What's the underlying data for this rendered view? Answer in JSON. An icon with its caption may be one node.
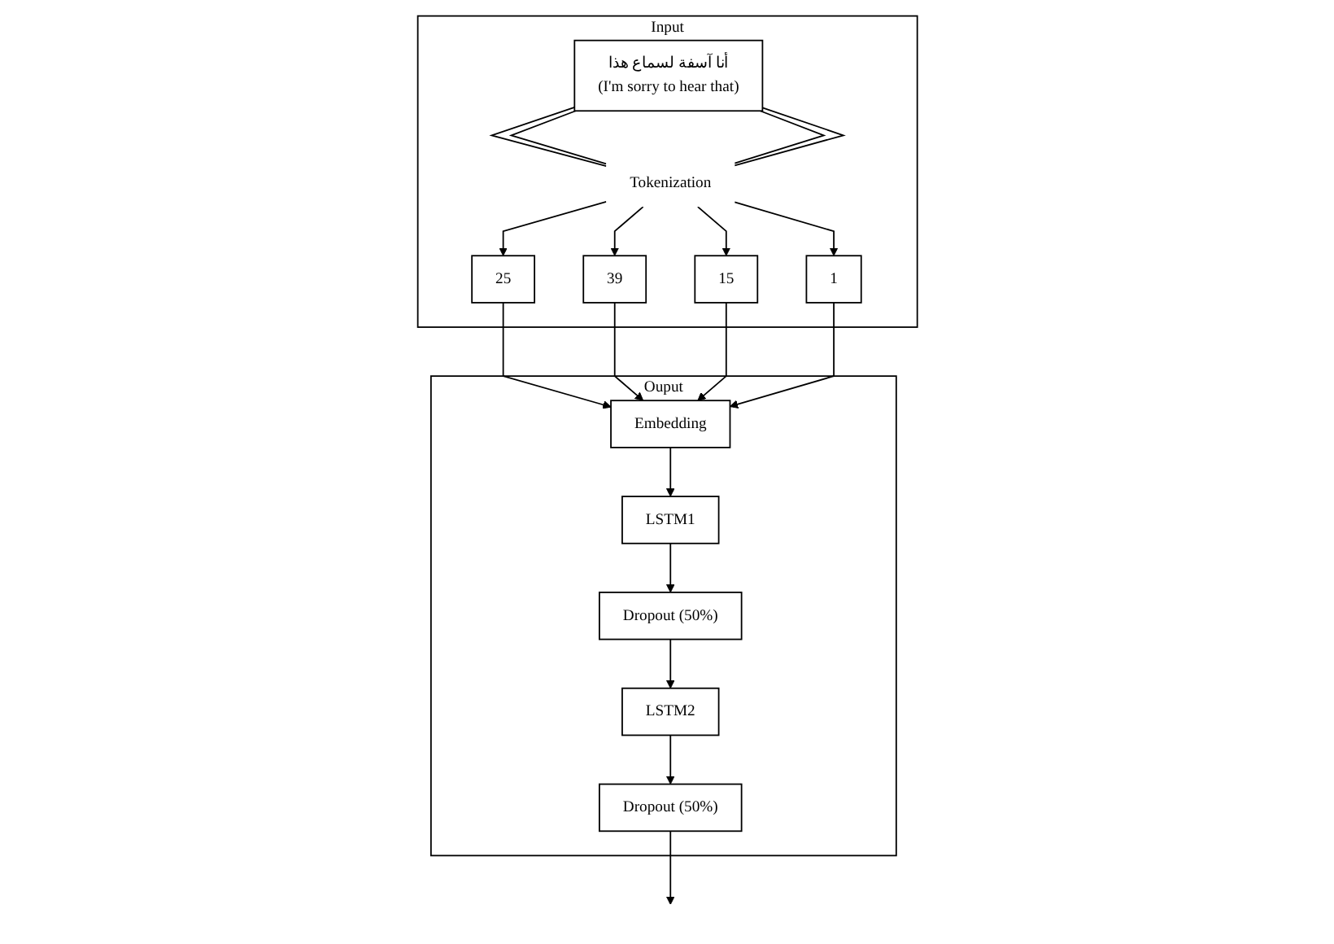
{
  "diagram": {
    "nodes": [
      {
        "text": [
          "Input"
        ]
      },
      {
        "text": [
          "أنا آسفة لسماع هذا",
          "(I'm sorry to hear that)"
        ],
        "in": 0
      },
      {
        "text": [
          "Tokenization"
        ],
        "in": 0
      },
      {
        "text": [
          "25"
        ],
        "in": 0
      },
      {
        "text": [
          "39"
        ],
        "in": 0
      },
      {
        "text": [
          "15"
        ],
        "in": 0
      },
      {
        "text": [
          "1"
        ],
        "in": 0
      },
      {
        "text": [
          "Ouput"
        ]
      },
      {
        "text": [
          "Dropout (50%)"
        ],
        "in": 7
      },
      {
        "text": [
          "LSTM2"
        ],
        "in": 7
      },
      {
        "text": [
          "Dropout (50%)"
        ],
        "in": 7
      },
      {
        "text": [
          "LSTM1"
        ],
        "in": 7
      },
      {
        "text": [
          "Embedding"
        ],
        "in": 7
      }
    ],
    "edges": [
      {
        "from": 1,
        "to": 2,
        "arrow": "none"
      },
      {
        "from": 1,
        "to": 2,
        "arrow": "none"
      },
      {
        "from": 1,
        "to": 2,
        "arrow": "none"
      },
      {
        "from": 1,
        "to": 2,
        "arrow": "none"
      },
      {
        "from": 2,
        "to": 3,
        "arrow": "to"
      },
      {
        "from": 2,
        "to": 4,
        "arrow": "to"
      },
      {
        "from": 2,
        "to": 5,
        "arrow": "to"
      },
      {
        "from": 2,
        "to": 6,
        "arrow": "to"
      },
      {
        "from": 3,
        "to": 12,
        "arrow": "to"
      },
      {
        "from": 4,
        "to": 12,
        "arrow": "to"
      },
      {
        "from": 5,
        "to": 12,
        "arrow": "to"
      },
      {
        "from": 6,
        "to": 12,
        "arrow": "to"
      },
      {
        "from": 12,
        "to": 11,
        "arrow": "to"
      },
      {
        "from": 11,
        "to": 10,
        "arrow": "to"
      },
      {
        "from": 10,
        "to": 9,
        "arrow": "to"
      },
      {
        "from": 9,
        "to": 8,
        "arrow": "to"
      },
      {
        "from": 8,
        "to": null,
        "arrow": "to"
      }
    ]
  }
}
